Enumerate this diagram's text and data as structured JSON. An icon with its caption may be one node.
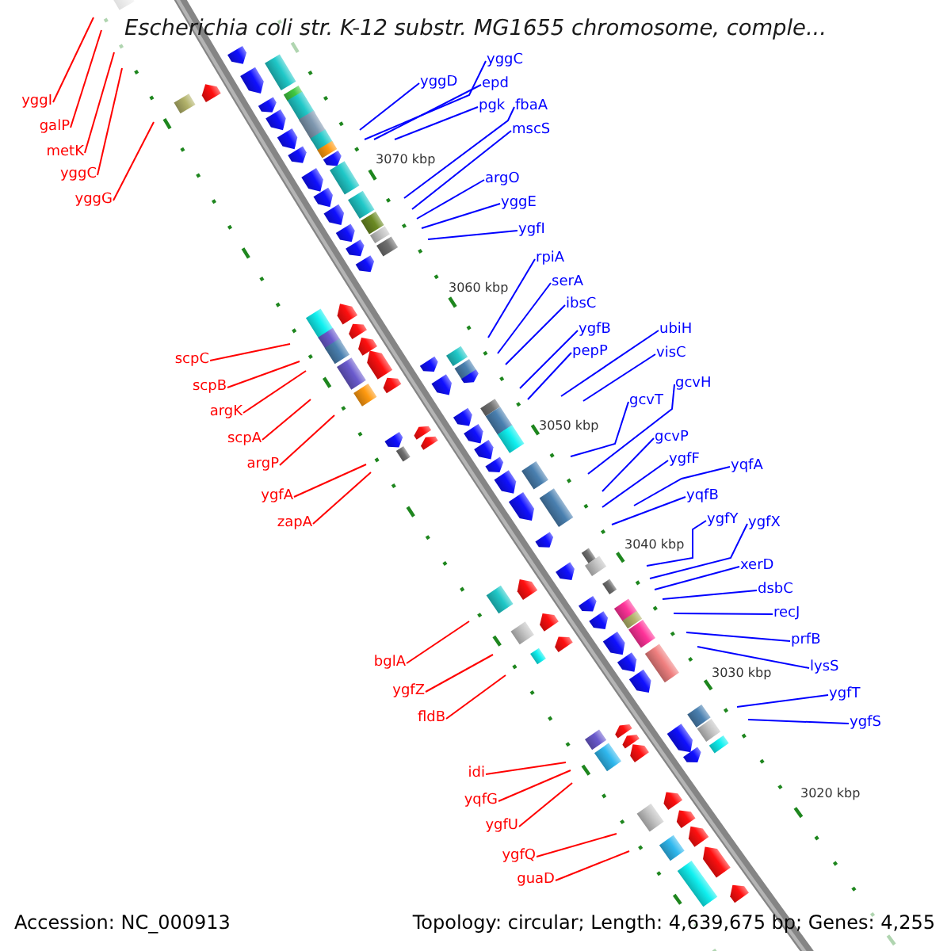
{
  "diagram": {
    "title": "Escherichia coli str. K-12 substr. MG1655 chromosome, comple...",
    "nodes": [
      {
        "text": [
          "yggI"
        ]
      },
      {
        "text": [
          "galP"
        ]
      },
      {
        "text": [
          "metK"
        ]
      },
      {
        "text": [
          "yggC"
        ]
      },
      {
        "text": [
          "yggG"
        ]
      },
      {
        "text": [
          "scpC"
        ]
      },
      {
        "text": [
          "scpB"
        ]
      },
      {
        "text": [
          "argK"
        ]
      },
      {
        "text": [
          "scpA"
        ]
      },
      {
        "text": [
          "argP"
        ]
      },
      {
        "text": [
          "ygfA"
        ]
      },
      {
        "text": [
          "zapA"
        ]
      },
      {
        "text": [
          "bglA"
        ]
      },
      {
        "text": [
          "ygfZ"
        ]
      },
      {
        "text": [
          "fldB"
        ]
      },
      {
        "text": [
          "idi"
        ]
      },
      {
        "text": [
          "yqfG"
        ]
      },
      {
        "text": [
          "ygfU"
        ]
      },
      {
        "text": [
          "ygfQ"
        ]
      },
      {
        "text": [
          "guaD"
        ]
      },
      {
        "text": [
          "yggC"
        ]
      },
      {
        "text": [
          "yggD"
        ]
      },
      {
        "text": [
          "epd"
        ]
      },
      {
        "text": [
          "pgk"
        ]
      },
      {
        "text": [
          "fbaA"
        ]
      },
      {
        "text": [
          "mscS"
        ]
      },
      {
        "text": [
          "argO"
        ]
      },
      {
        "text": [
          "yggE"
        ]
      },
      {
        "text": [
          "ygfI"
        ]
      },
      {
        "text": [
          "rpiA"
        ]
      },
      {
        "text": [
          "serA"
        ]
      },
      {
        "text": [
          "ibsC"
        ]
      },
      {
        "text": [
          "ygfB"
        ]
      },
      {
        "text": [
          "pepP"
        ]
      },
      {
        "text": [
          "ubiH"
        ]
      },
      {
        "text": [
          "visC"
        ]
      },
      {
        "text": [
          "gcvH"
        ]
      },
      {
        "text": [
          "gcvT"
        ]
      },
      {
        "text": [
          "gcvP"
        ]
      },
      {
        "text": [
          "ygfF"
        ]
      },
      {
        "text": [
          "yqfA"
        ]
      },
      {
        "text": [
          "yqfB"
        ]
      },
      {
        "text": [
          "ygfY"
        ]
      },
      {
        "text": [
          "ygfX"
        ]
      },
      {
        "text": [
          "xerD"
        ]
      },
      {
        "text": [
          "dsbC"
        ]
      },
      {
        "text": [
          "recJ"
        ]
      },
      {
        "text": [
          "prfB"
        ]
      },
      {
        "text": [
          "lysS"
        ]
      },
      {
        "text": [
          "ygfT"
        ]
      },
      {
        "text": [
          "ygfS"
        ]
      }
    ],
    "edges": [
      {
        "from": 0,
        "to": null,
        "arrow": "none",
        "color": "#ff0000"
      },
      {
        "from": 1,
        "to": null,
        "arrow": "none",
        "color": "#ff0000"
      },
      {
        "from": 2,
        "to": null,
        "arrow": "none",
        "color": "#ff0000"
      },
      {
        "from": 3,
        "to": null,
        "arrow": "none",
        "color": "#ff0000"
      },
      {
        "from": 4,
        "to": null,
        "arrow": "none",
        "color": "#ff0000"
      },
      {
        "from": 5,
        "to": null,
        "arrow": "none",
        "color": "#ff0000"
      },
      {
        "from": 6,
        "to": null,
        "arrow": "none",
        "color": "#ff0000"
      },
      {
        "from": 7,
        "to": null,
        "arrow": "none",
        "color": "#ff0000"
      },
      {
        "from": 8,
        "to": null,
        "arrow": "none",
        "color": "#ff0000"
      },
      {
        "from": 9,
        "to": null,
        "arrow": "none",
        "color": "#ff0000"
      },
      {
        "from": 10,
        "to": null,
        "arrow": "none",
        "color": "#ff0000"
      },
      {
        "from": 11,
        "to": null,
        "arrow": "none",
        "color": "#ff0000"
      },
      {
        "from": 12,
        "to": null,
        "arrow": "none",
        "color": "#ff0000"
      },
      {
        "from": 13,
        "to": null,
        "arrow": "none",
        "color": "#ff0000"
      },
      {
        "from": 14,
        "to": null,
        "arrow": "none",
        "color": "#ff0000"
      },
      {
        "from": 15,
        "to": null,
        "arrow": "none",
        "color": "#ff0000"
      },
      {
        "from": 16,
        "to": null,
        "arrow": "none",
        "color": "#ff0000"
      },
      {
        "from": 17,
        "to": null,
        "arrow": "none",
        "color": "#ff0000"
      },
      {
        "from": 18,
        "to": null,
        "arrow": "none",
        "color": "#ff0000"
      },
      {
        "from": 19,
        "to": null,
        "arrow": "none",
        "color": "#ff0000"
      },
      {
        "from": 20,
        "to": null,
        "arrow": "none"
      },
      {
        "from": 21,
        "to": null,
        "arrow": "none"
      },
      {
        "from": 22,
        "to": null,
        "arrow": "none"
      },
      {
        "from": 23,
        "to": null,
        "arrow": "none"
      },
      {
        "from": 24,
        "to": null,
        "arrow": "none"
      },
      {
        "from": 25,
        "to": null,
        "arrow": "none"
      },
      {
        "from": 26,
        "to": null,
        "arrow": "none"
      },
      {
        "from": 27,
        "to": null,
        "arrow": "none"
      },
      {
        "from": 28,
        "to": null,
        "arrow": "none"
      },
      {
        "from": 29,
        "to": null,
        "arrow": "none"
      },
      {
        "from": 30,
        "to": null,
        "arrow": "none"
      },
      {
        "from": 31,
        "to": null,
        "arrow": "none"
      },
      {
        "from": 32,
        "to": null,
        "arrow": "none"
      },
      {
        "from": 33,
        "to": null,
        "arrow": "none"
      },
      {
        "from": 34,
        "to": null,
        "arrow": "none"
      },
      {
        "from": 35,
        "to": null,
        "arrow": "none"
      },
      {
        "from": 36,
        "to": null,
        "arrow": "none"
      },
      {
        "from": 37,
        "to": null,
        "arrow": "none"
      },
      {
        "from": 38,
        "to": null,
        "arrow": "none"
      },
      {
        "from": 39,
        "to": null,
        "arrow": "none"
      },
      {
        "from": 40,
        "to": null,
        "arrow": "none"
      },
      {
        "from": 41,
        "to": null,
        "arrow": "none"
      },
      {
        "from": 42,
        "to": null,
        "arrow": "none"
      },
      {
        "from": 43,
        "to": null,
        "arrow": "none"
      },
      {
        "from": 44,
        "to": null,
        "arrow": "none"
      },
      {
        "from": 45,
        "to": null,
        "arrow": "none"
      },
      {
        "from": 46,
        "to": null,
        "arrow": "none"
      },
      {
        "from": 47,
        "to": null,
        "arrow": "none"
      },
      {
        "from": 48,
        "to": null,
        "arrow": "none"
      },
      {
        "from": 49,
        "to": null,
        "arrow": "none"
      },
      {
        "from": 50,
        "to": null,
        "arrow": "none"
      }
    ],
    "labels": [
      "3070 kbp",
      "3060 kbp",
      "3050 kbp",
      "3040 kbp",
      "3030 kbp",
      "3020 kbp",
      "Accession: NC_000913",
      "Topology: circular; Length: 4,639,675 bp; Genes: 4,255"
    ]
  }
}
